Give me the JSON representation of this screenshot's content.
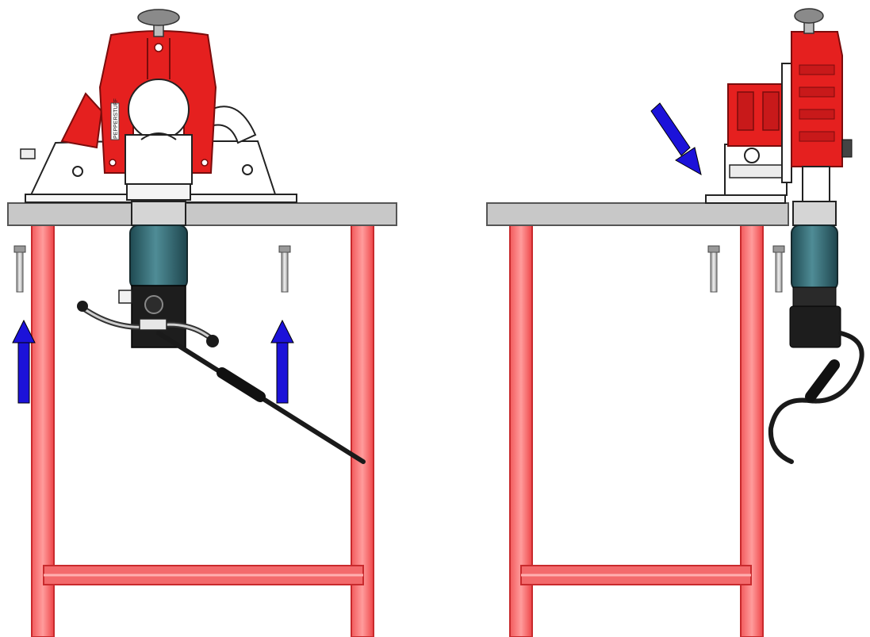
{
  "figure": {
    "views": [
      "front-view",
      "side-view"
    ],
    "colors": {
      "table_top": "#c8c8c8",
      "table_top_edge": "#555555",
      "leg_red": "#f0474a",
      "leg_light": "#ff9a9a",
      "machine_red": "#e5201f",
      "machine_dark": "#7a0c0c",
      "motor_teal": "#2f6670",
      "motor_black": "#1d1d1d",
      "arrow_blue": "#1c12d9",
      "bolt_gray": "#b9b9b9"
    },
    "label_stamp": "PEPPERSTUFF"
  }
}
